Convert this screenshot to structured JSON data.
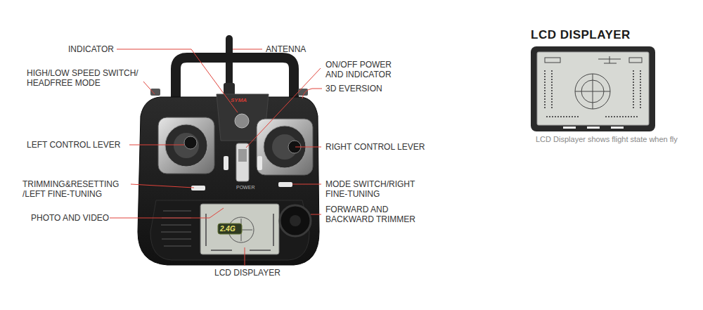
{
  "diagram": {
    "nodes": [
      {
        "text": [
          "LCD DISPLAYER"
        ]
      }
    ],
    "labels": [
      "INDICATOR",
      "HIGH/LOW SPEED SWITCH/ HEADFREE MODE",
      "LEFT CONTROL LEVER",
      "TRIMMING&RESETTING /LEFT FINE-TUNING",
      "PHOTO AND VIDEO",
      "LCD DISPLAYER",
      "ANTENNA",
      "ON/OFF POWER AND INDICATOR",
      "3D EVERSION",
      "RIGHT CONTROL LEVER",
      "MODE SWITCH/RIGHT FINE-TUNING",
      "FORWARD AND BACKWARD TRIMMER",
      "SYMA",
      "POWER",
      "2.4G",
      "LCD Displayer shows flight state when fly"
    ]
  }
}
